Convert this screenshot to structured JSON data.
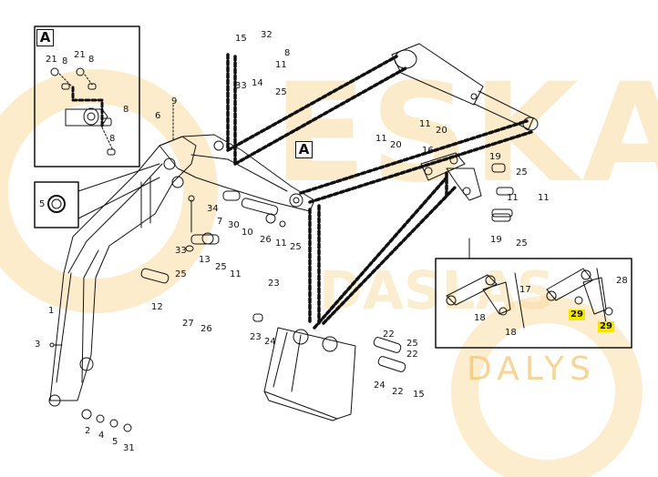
{
  "watermark": {
    "brand": "ESKA",
    "sub": "DASLAS",
    "tag": "DALYS",
    "color": "#f6c36a"
  },
  "views": {
    "a_detail": "A",
    "a_main": "A"
  },
  "labels": {
    "c1": "1",
    "c2": "2",
    "c3": "3",
    "c4": "4",
    "c5": "5",
    "c31": "31",
    "c6": "6",
    "c9": "9",
    "c7": "7",
    "c30": "30",
    "c34": "34",
    "c33a": "33",
    "c13": "13",
    "c25a": "25",
    "c11a": "11",
    "c10": "10",
    "c26a": "26",
    "c11b": "11",
    "c25b": "25",
    "c12": "12",
    "c25c": "25",
    "c27": "27",
    "c26b": "26",
    "c5d": "5",
    "d21a": "21",
    "d8a": "8",
    "d21b": "21",
    "d8b": "8",
    "d8c": "8",
    "d8d": "8",
    "c15a": "15",
    "c32": "32",
    "c8e": "8",
    "c11c": "11",
    "c33b": "33",
    "c14": "14",
    "c25d": "25",
    "c11d": "11",
    "c20a": "20",
    "c11e": "11",
    "c20b": "20",
    "c16": "16",
    "c19a": "19",
    "c25e": "25",
    "c11f": "11",
    "c11g": "11",
    "c19b": "19",
    "c25f": "25",
    "c23a": "23",
    "c23b": "23",
    "c24a": "24",
    "c22a": "22",
    "c25g": "25",
    "c22b": "22",
    "c24b": "24",
    "c22c": "22",
    "c15b": "15",
    "c17": "17",
    "c18a": "18",
    "c18b": "18",
    "c28": "28",
    "c29a": "29",
    "c29b": "29"
  },
  "highlight_color": "#f5e600"
}
